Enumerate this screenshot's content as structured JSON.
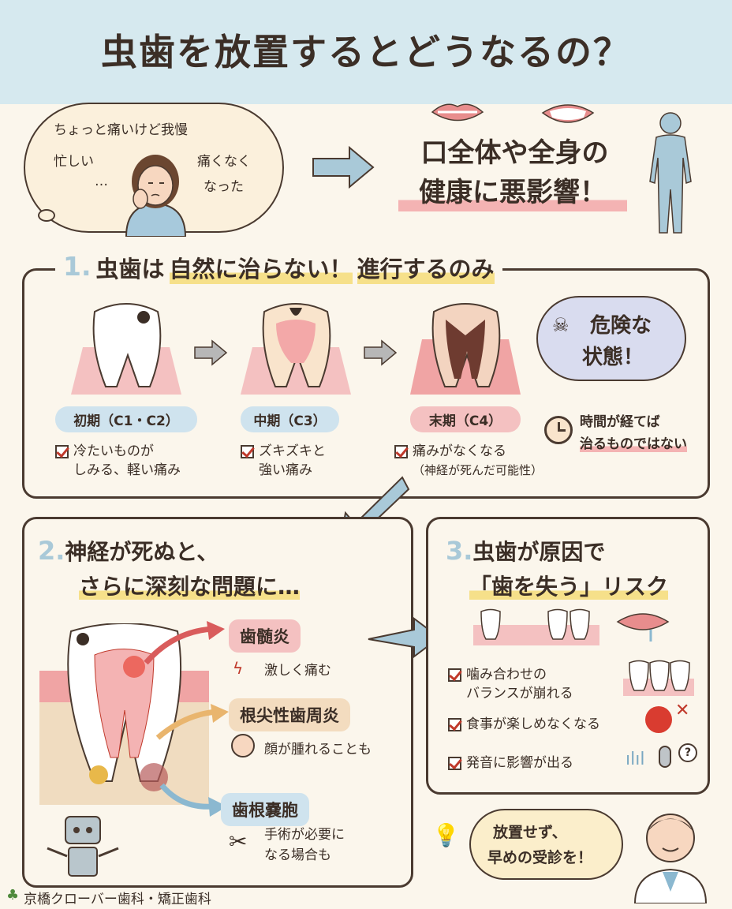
{
  "title": "虫歯を放置するとどうなるの？",
  "thought": {
    "line1": "ちょっと痛いけど我慢",
    "line2": "忙しい",
    "line3": "…",
    "line4": "痛くなく",
    "line5": "なった"
  },
  "result": {
    "line1": "口全体や全身の",
    "line2": "健康に悪影響！"
  },
  "section1": {
    "number": "1.",
    "title_a": "虫歯は",
    "title_b": "自然に治らない！",
    "title_c": "進行するのみ",
    "danger_line1": "危険な",
    "danger_line2": "状態！",
    "stages": [
      {
        "label": "初期（C1・C2）",
        "desc1": "冷たいものが",
        "desc2": "しみる、軽い痛み"
      },
      {
        "label": "中期（C3）",
        "desc1": "ズキズキと",
        "desc2": "強い痛み"
      },
      {
        "label": "末期（C4）",
        "desc1": "痛みがなくなる",
        "desc2": "（神経が死んだ可能性）"
      }
    ],
    "time_note1": "時間が経てば",
    "time_note2": "治るものではない"
  },
  "section2": {
    "number": "2.",
    "title1": "神経が死ぬと、",
    "title2": "さらに深刻な問題に…",
    "items": [
      {
        "label": "歯髄炎",
        "desc": "激しく痛む"
      },
      {
        "label": "根尖性歯周炎",
        "desc": "顔が腫れることも"
      },
      {
        "label": "歯根嚢胞",
        "desc1": "手術が必要に",
        "desc2": "なる場合も"
      }
    ]
  },
  "section3": {
    "number": "3.",
    "title1": "虫歯が原因で",
    "title2": "「歯を失う」リスク",
    "items": [
      {
        "desc1": "噛み合わせの",
        "desc2": "バランスが崩れる"
      },
      {
        "desc1": "食事が楽しめなくなる"
      },
      {
        "desc1": "発音に影響が出る"
      }
    ]
  },
  "advice": {
    "line1": "放置せず、",
    "line2": "早めの受診を！"
  },
  "footer": {
    "clinic": "京橋クローバー歯科・矯正歯科"
  },
  "colors": {
    "header_bg": "#d6e9ef",
    "accent_red": "#c0392b",
    "pink": "#f4b3b3",
    "blue_pill": "#cfe3ee",
    "tan_pill": "#f3dcbf",
    "arrow": "#a9c9d8"
  }
}
